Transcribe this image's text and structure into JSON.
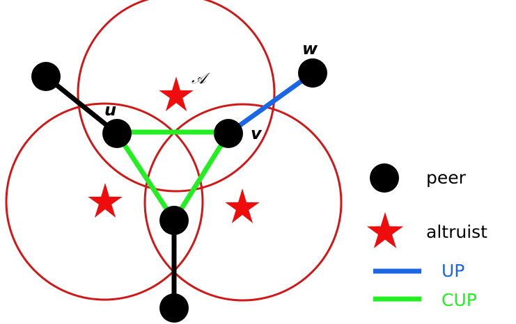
{
  "colors": {
    "circle": "#d01818",
    "star": "#ee0c0c",
    "peer": "#000000",
    "up_edge": "#1a66e6",
    "cup_edge": "#22ee22",
    "plain_edge": "#000000",
    "legend_text_peer": "#000000",
    "legend_text_up": "#1a66e6",
    "legend_text_cup": "#22ee22"
  },
  "labels": {
    "u": "u",
    "v": "v",
    "w": "w",
    "altruist_set": "𝒜"
  },
  "legend": {
    "peer": "peer",
    "altruist": "altruist",
    "up": "UP",
    "cup": "CUP"
  }
}
